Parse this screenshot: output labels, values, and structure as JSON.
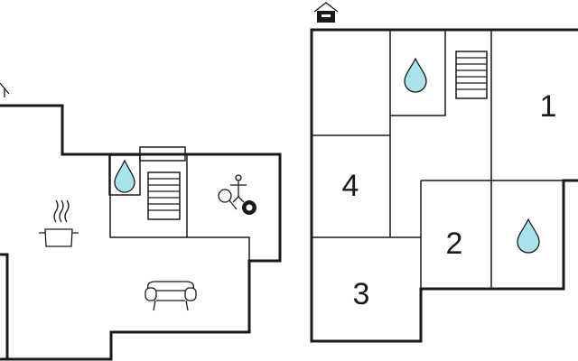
{
  "plans": [
    {
      "floor": "left",
      "rooms": [
        {
          "id": "kitchen-area",
          "icon": "cooking-pot-icon"
        },
        {
          "id": "bathroom",
          "icon": "water-drop-icon"
        },
        {
          "id": "stairs",
          "icon": "staircase-icon"
        },
        {
          "id": "games-room",
          "icon": "table-tennis-foosball-billiard-icon"
        },
        {
          "id": "living-area",
          "icon": "sofa-icon"
        }
      ]
    },
    {
      "floor": "right",
      "rooms": [
        {
          "id": "bedroom-1",
          "number": "1"
        },
        {
          "id": "bedroom-2",
          "number": "2"
        },
        {
          "id": "bedroom-3",
          "number": "3"
        },
        {
          "id": "bedroom-4",
          "number": "4"
        },
        {
          "id": "bathroom-top",
          "icon": "water-drop-icon"
        },
        {
          "id": "bathroom-right",
          "icon": "water-drop-icon"
        },
        {
          "id": "stairs",
          "icon": "staircase-icon"
        }
      ]
    }
  ],
  "colors": {
    "walls": "#1a1a1a",
    "water": "#a9e3ee",
    "background": "#ffffff"
  }
}
